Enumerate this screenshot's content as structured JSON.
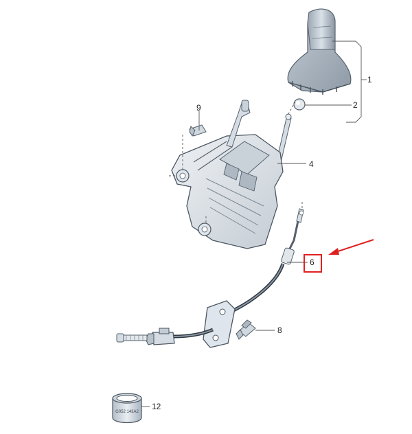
{
  "callouts": {
    "c1": "1",
    "c2": "2",
    "c4": "4",
    "c6": "6",
    "c8": "8",
    "c9": "9",
    "c12": "12"
  },
  "part_stamp": "G052 143A2",
  "colors": {
    "highlight": "#e02020",
    "part_fill": "#dfe5ec",
    "part_stroke": "#55606b",
    "leader": "#555555"
  },
  "icons": {
    "arrow": "red-arrow-icon"
  }
}
